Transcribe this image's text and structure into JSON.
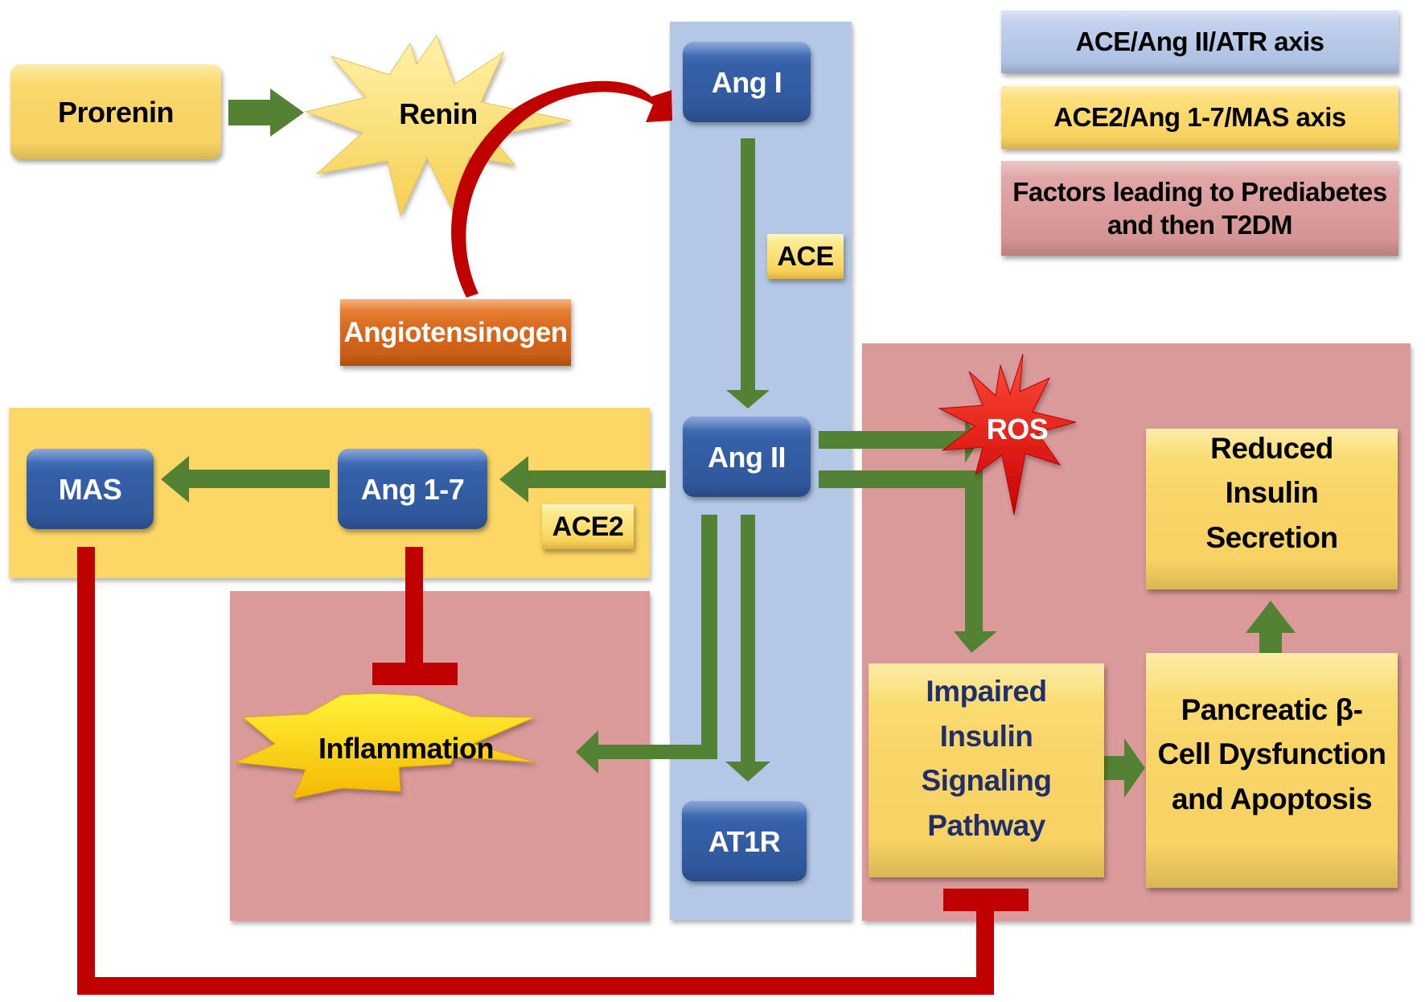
{
  "title": "Renin-Angiotensin System pathways leading to Prediabetes and T2DM",
  "colors": {
    "blue_axis_bg": "#b4c7e7",
    "yellow_axis_bg": "#fcd766",
    "red_factor_bg": "#da9a9a",
    "node_blue": "#2f5597",
    "node_yellow": "#f9d568",
    "node_orange": "#c55a11",
    "arrow_green": "#548235",
    "inhibit_red": "#c00000",
    "ros_red": "#e0201e",
    "inflammation_gold": "#ffc000"
  },
  "legend": [
    {
      "label": "ACE/Ang II/ATR axis",
      "color": "#b4c7e7"
    },
    {
      "label": "ACE2/Ang 1-7/MAS axis",
      "color": "#fcd766"
    },
    {
      "label": "Factors leading to Prediabetes and then T2DM",
      "color": "#da9a9a"
    }
  ],
  "nodes": {
    "prorenin": "Prorenin",
    "renin": "Renin",
    "angiotensinogen": "Angiotensinogen",
    "ang1": "Ang I",
    "ace": "ACE",
    "ang2": "Ang II",
    "ang17": "Ang 1-7",
    "ace2": "ACE2",
    "mas": "MAS",
    "at1r": "AT1R",
    "inflammation": "Inflammation",
    "ros": "ROS",
    "reduced_insulin": "Reduced Insulin Secretion",
    "impaired_insulin": "Impaired Insulin Signaling Pathway",
    "beta_cell": "Pancreatic β-Cell Dysfunction and Apoptosis"
  },
  "edges": [
    {
      "from": "Prorenin",
      "to": "Renin",
      "type": "activates"
    },
    {
      "from": "Angiotensinogen",
      "to": "Ang I",
      "via": "Renin",
      "type": "converts"
    },
    {
      "from": "Ang I",
      "to": "Ang II",
      "via": "ACE",
      "type": "converts"
    },
    {
      "from": "Ang II",
      "to": "Ang 1-7",
      "via": "ACE2",
      "type": "converts"
    },
    {
      "from": "Ang 1-7",
      "to": "MAS",
      "type": "activates"
    },
    {
      "from": "Ang II",
      "to": "ROS",
      "type": "activates"
    },
    {
      "from": "Ang II",
      "to": "Impaired Insulin Signaling Pathway",
      "type": "activates"
    },
    {
      "from": "Ang II",
      "to": "Inflammation",
      "type": "activates"
    },
    {
      "from": "Ang II",
      "to": "AT1R",
      "type": "activates"
    },
    {
      "from": "Impaired Insulin Signaling Pathway",
      "to": "Pancreatic β-Cell Dysfunction and Apoptosis",
      "type": "activates"
    },
    {
      "from": "Pancreatic β-Cell Dysfunction and Apoptosis",
      "to": "Reduced Insulin Secretion",
      "type": "activates"
    },
    {
      "from": "Ang 1-7",
      "to": "Inflammation",
      "type": "inhibits"
    },
    {
      "from": "MAS",
      "to": "Impaired Insulin Signaling Pathway",
      "type": "inhibits"
    }
  ]
}
